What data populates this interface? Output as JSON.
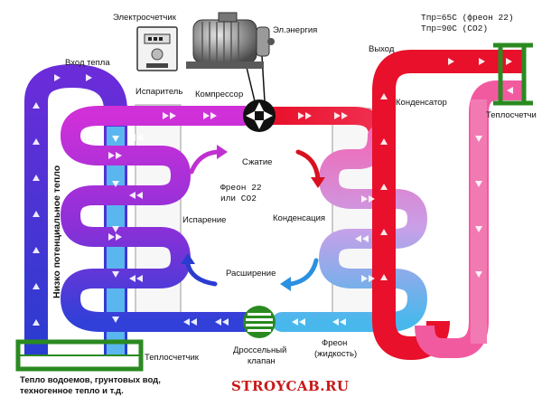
{
  "labels": {
    "meter": "Электросчетчик",
    "energy": "Эл.энергия",
    "compressor": "Компрессор",
    "heat_in": "Вход тепла",
    "evaporator": "Испаритель",
    "output": "Выход",
    "condenser": "Конденсатор",
    "temp1": "Tпр=65С (фреон 22)",
    "temp2": "Tпр=90С (CO2)",
    "heat_meter_right": "Теплосчетчи",
    "low_potential": "Низко потенциальное тепло",
    "compression": "Сжатие",
    "freon_line1": "Фреон 22",
    "freon_line2": "или CO2",
    "evaporation": "Испарение",
    "condensation": "Конденсация",
    "expansion": "Расширение",
    "heat_meter_bottom": "Теплосчетчик",
    "throttle_line1": "Дроссельный",
    "throttle_line2": "клапан",
    "freon_liquid_line1": "Фреон",
    "freon_liquid_line2": "(жидкость)",
    "source_line1": "Тепло водоемов, грунтовых вод,",
    "source_line2": "техногенное тепло и т.д.",
    "brand": "STROYCAB.RU"
  },
  "colors": {
    "hot_red": "#e8102a",
    "pink": "#f0509a",
    "magenta": "#c020d0",
    "blue": "#2a3cd0",
    "light_blue": "#45b8ec",
    "green": "#2a8a20",
    "gold": "#e8c060"
  },
  "icons": [
    "compressor-motor-icon",
    "electric-meter-icon",
    "throttle-valve-icon",
    "compressor-symbol-icon"
  ]
}
